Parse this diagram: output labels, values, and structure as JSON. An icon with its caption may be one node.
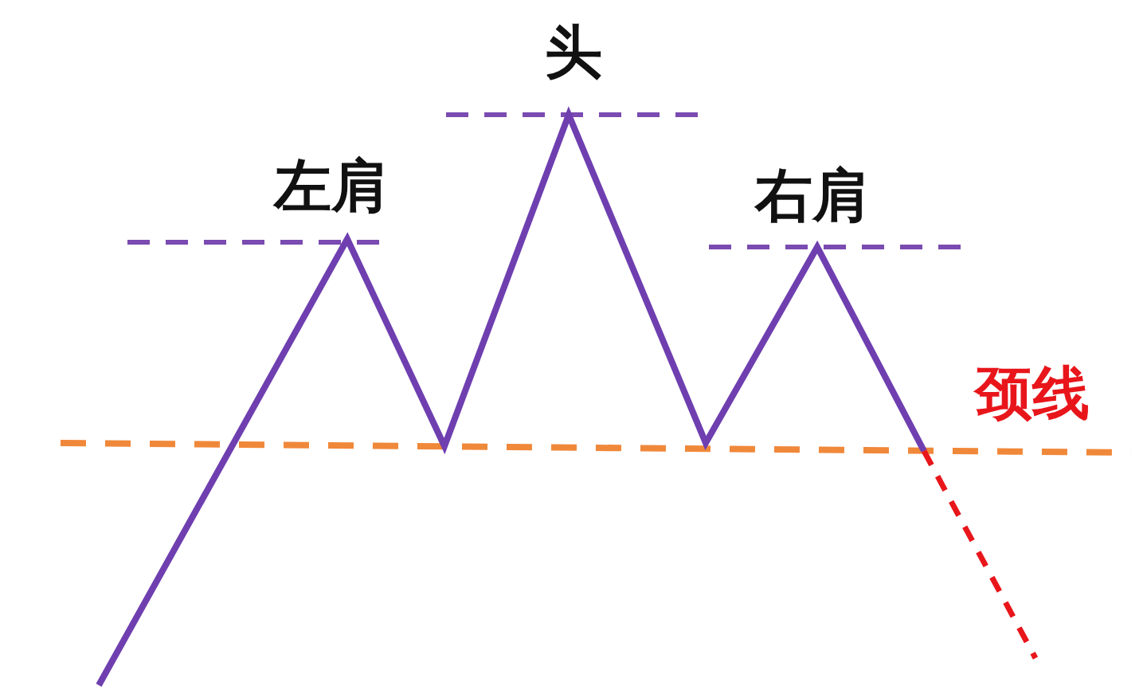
{
  "diagram": {
    "labels": [
      "头",
      "左肩",
      "右肩",
      "颈线"
    ]
  }
}
